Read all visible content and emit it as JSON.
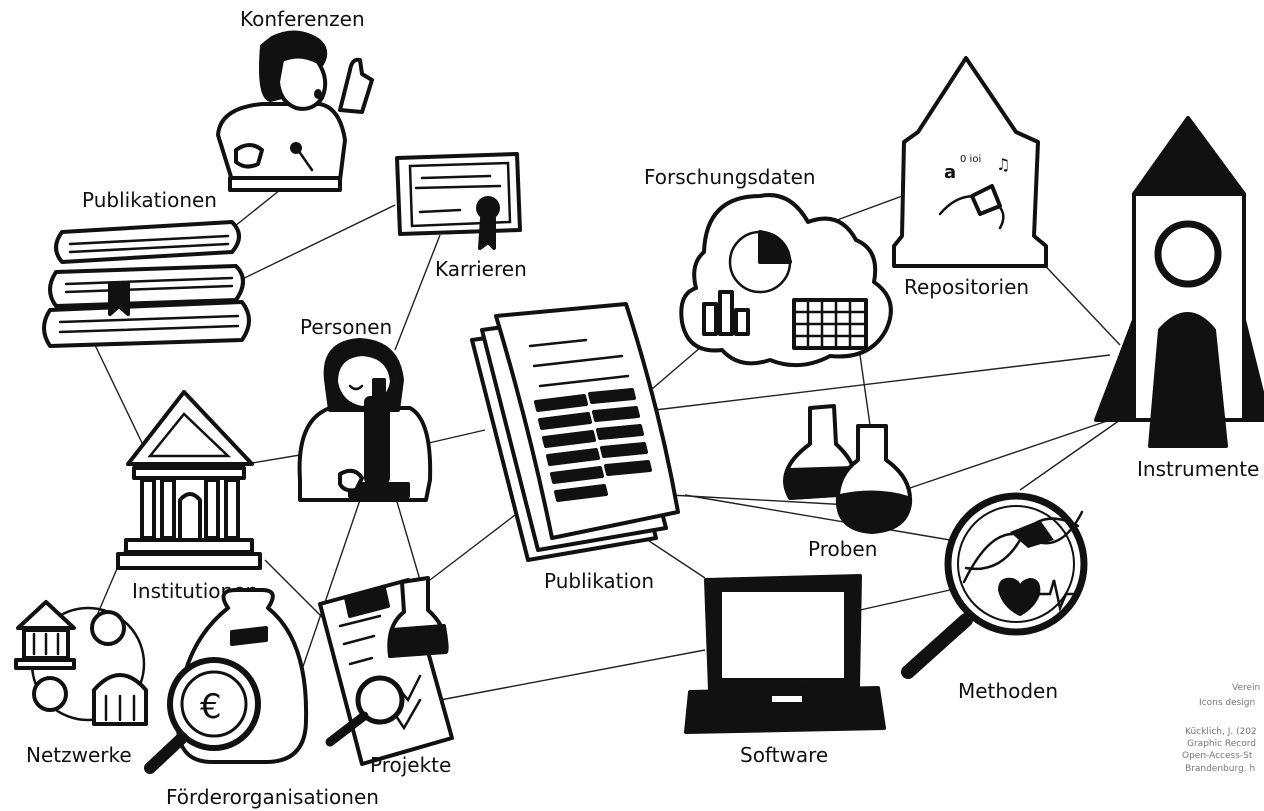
{
  "labels": {
    "konferenzen": "Konferenzen",
    "publikationen": "Publikationen",
    "karrieren": "Karrieren",
    "personen": "Personen",
    "institutionen": "Institutionen",
    "netzwerke": "Netzwerke",
    "foerderorganisationen": "Förderorganisationen",
    "projekte": "Projekte",
    "publikation": "Publikation",
    "forschungsdaten": "Forschungsdaten",
    "repositorien": "Repositorien",
    "proben": "Proben",
    "software": "Software",
    "methoden": "Methoden",
    "instrumente": "Instrumente"
  },
  "credits": {
    "line1": "Verein",
    "line2": "Icons design",
    "line3": "Kücklich, J. (202",
    "line4": "Graphic Record",
    "line5": "Open-Access-St",
    "line6": "Brandenburg. h"
  },
  "icons": {
    "conference": "conference-speaker-icon",
    "books": "books-stack-icon",
    "certificate": "certificate-icon",
    "scientist": "scientist-microscope-icon",
    "institution": "institution-building-icon",
    "network": "network-icon",
    "moneybag": "money-bag-euro-icon",
    "clipboard": "clipboard-flask-icon",
    "document": "document-stack-icon",
    "datacloud": "data-cloud-icon",
    "repository": "repository-house-icon",
    "flasks": "sample-flasks-icon",
    "laptop": "laptop-icon",
    "magnifier": "magnifier-dna-icon",
    "rocket": "rocket-icon"
  }
}
